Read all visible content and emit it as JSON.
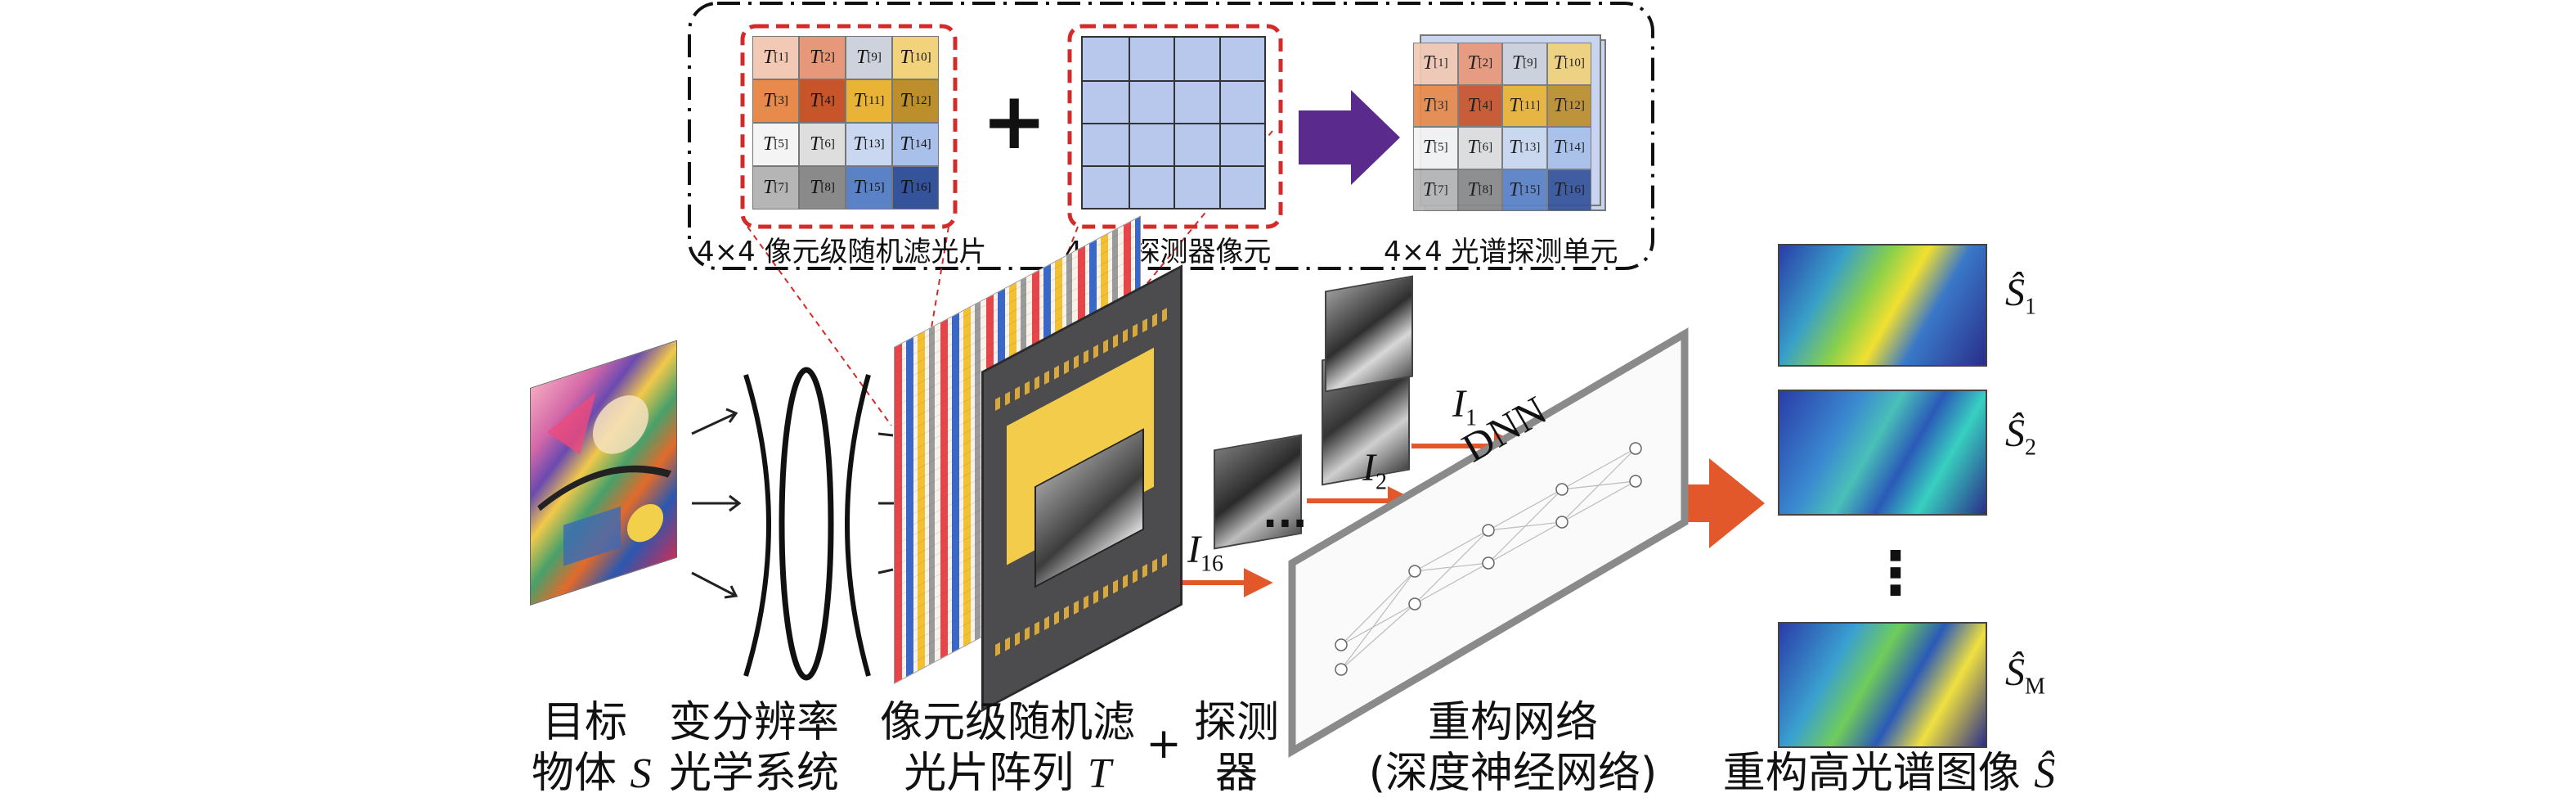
{
  "colors": {
    "arrow_orange": "#e2582a",
    "merge_arrow_purple": "#5a2a8c",
    "detector_blue": "#b8c8ec",
    "dashed_red": "#d42a2a",
    "detector_gold": "#f2cc4a",
    "detector_gray": "#555555"
  },
  "filter_grid": {
    "caption": "4×4 像元级随机滤光片",
    "cells": [
      {
        "label": "T",
        "sub": "[1]",
        "color": "#f2c9b4"
      },
      {
        "label": "T",
        "sub": "[2]",
        "color": "#e8987a"
      },
      {
        "label": "T",
        "sub": "[9]",
        "color": "#cdd2dc"
      },
      {
        "label": "T",
        "sub": "[10]",
        "color": "#f2d27a"
      },
      {
        "label": "T",
        "sub": "[3]",
        "color": "#e88a4c"
      },
      {
        "label": "T",
        "sub": "[4]",
        "color": "#c8542a"
      },
      {
        "label": "T",
        "sub": "[11]",
        "color": "#e9b336"
      },
      {
        "label": "T",
        "sub": "[12]",
        "color": "#bd8f2c"
      },
      {
        "label": "T",
        "sub": "[5]",
        "color": "#f4f4f4"
      },
      {
        "label": "T",
        "sub": "[6]",
        "color": "#dedede"
      },
      {
        "label": "T",
        "sub": "[13]",
        "color": "#c9d8f0"
      },
      {
        "label": "T",
        "sub": "[14]",
        "color": "#a8c0ea"
      },
      {
        "label": "T",
        "sub": "[7]",
        "color": "#b5b5b5"
      },
      {
        "label": "T",
        "sub": "[8]",
        "color": "#8a8a8a"
      },
      {
        "label": "T",
        "sub": "[15]",
        "color": "#5b82c6"
      },
      {
        "label": "T",
        "sub": "[16]",
        "color": "#34539a"
      }
    ]
  },
  "plus_sign": "+",
  "detector_grid": {
    "caption": "4×4 探测器像元"
  },
  "spectral_unit": {
    "caption": "4×4 光谱探测单元"
  },
  "network": {
    "label": "DNN"
  },
  "intensity_labels": [
    {
      "main": "I",
      "sub": "1"
    },
    {
      "main": "I",
      "sub": "2"
    },
    {
      "main": "I",
      "sub": "16"
    }
  ],
  "output_labels": [
    {
      "main": "Ŝ",
      "sub": "1"
    },
    {
      "main": "Ŝ",
      "sub": "2"
    },
    {
      "main": "Ŝ",
      "sub": "M"
    }
  ],
  "ellipsis_h": "...",
  "ellipsis_v": "⋮",
  "bottom_captions": {
    "target": {
      "line1": "目标",
      "line2": "物体",
      "var": "S"
    },
    "optics": {
      "line1": "变分辨率",
      "line2": "光学系统"
    },
    "filter_array": {
      "line1": "像元级随机滤",
      "line2": "光片阵列",
      "var": "T"
    },
    "plus": "+",
    "detector": {
      "line1": "探测",
      "line2": "器"
    },
    "network": {
      "line1": "重构网络",
      "line2": "(深度神经网络)"
    },
    "output": {
      "text": "重构高光谱图像",
      "var": "Ŝ"
    }
  }
}
